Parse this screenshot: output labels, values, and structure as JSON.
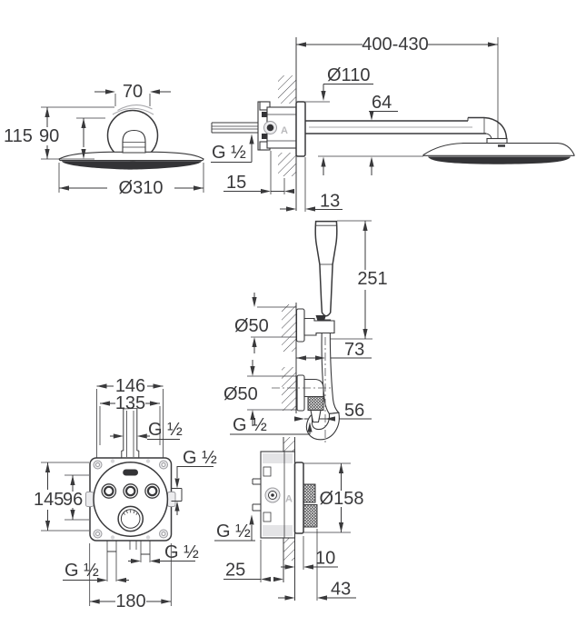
{
  "watermark": "A",
  "colors": {
    "ink": "#39393b",
    "light_gray": "#e4e4e6",
    "watermark_gray": "#b9b9bc",
    "background": "#ffffff"
  },
  "views": {
    "head_front": {
      "dims": {
        "mount_width": "70",
        "height_total": "115",
        "height_head": "90",
        "head_diameter": "Ø310"
      }
    },
    "arm_side": {
      "dims": {
        "arm_reach": "400-430",
        "rosette_diameter": "Ø110",
        "head_clearance": "64",
        "connection_thread": "G ½",
        "min_recess": "15",
        "rosette_depth": "13"
      }
    },
    "hand_shower": {
      "dims": {
        "length": "251",
        "holder_rosette": "Ø50",
        "outlet_offset": "73",
        "outlet_rosette": "Ø50",
        "hose_thread": "G ½",
        "hose_offset": "56"
      }
    },
    "valve_front": {
      "dims": {
        "hole_spacing_outer": "146",
        "hole_spacing_inner": "135",
        "top_port": "G ½",
        "side_port": "G ½",
        "height_outer": "145",
        "height_inner": "96",
        "bottom_port_left": "G ½",
        "bottom_port_right": "G ½",
        "box_width": "180"
      }
    },
    "valve_side": {
      "dims": {
        "inlet_thread": "G ½",
        "plate_diameter": "Ø158",
        "plate_depth": "10",
        "box_depth": "25",
        "knob_depth": "43"
      }
    }
  }
}
